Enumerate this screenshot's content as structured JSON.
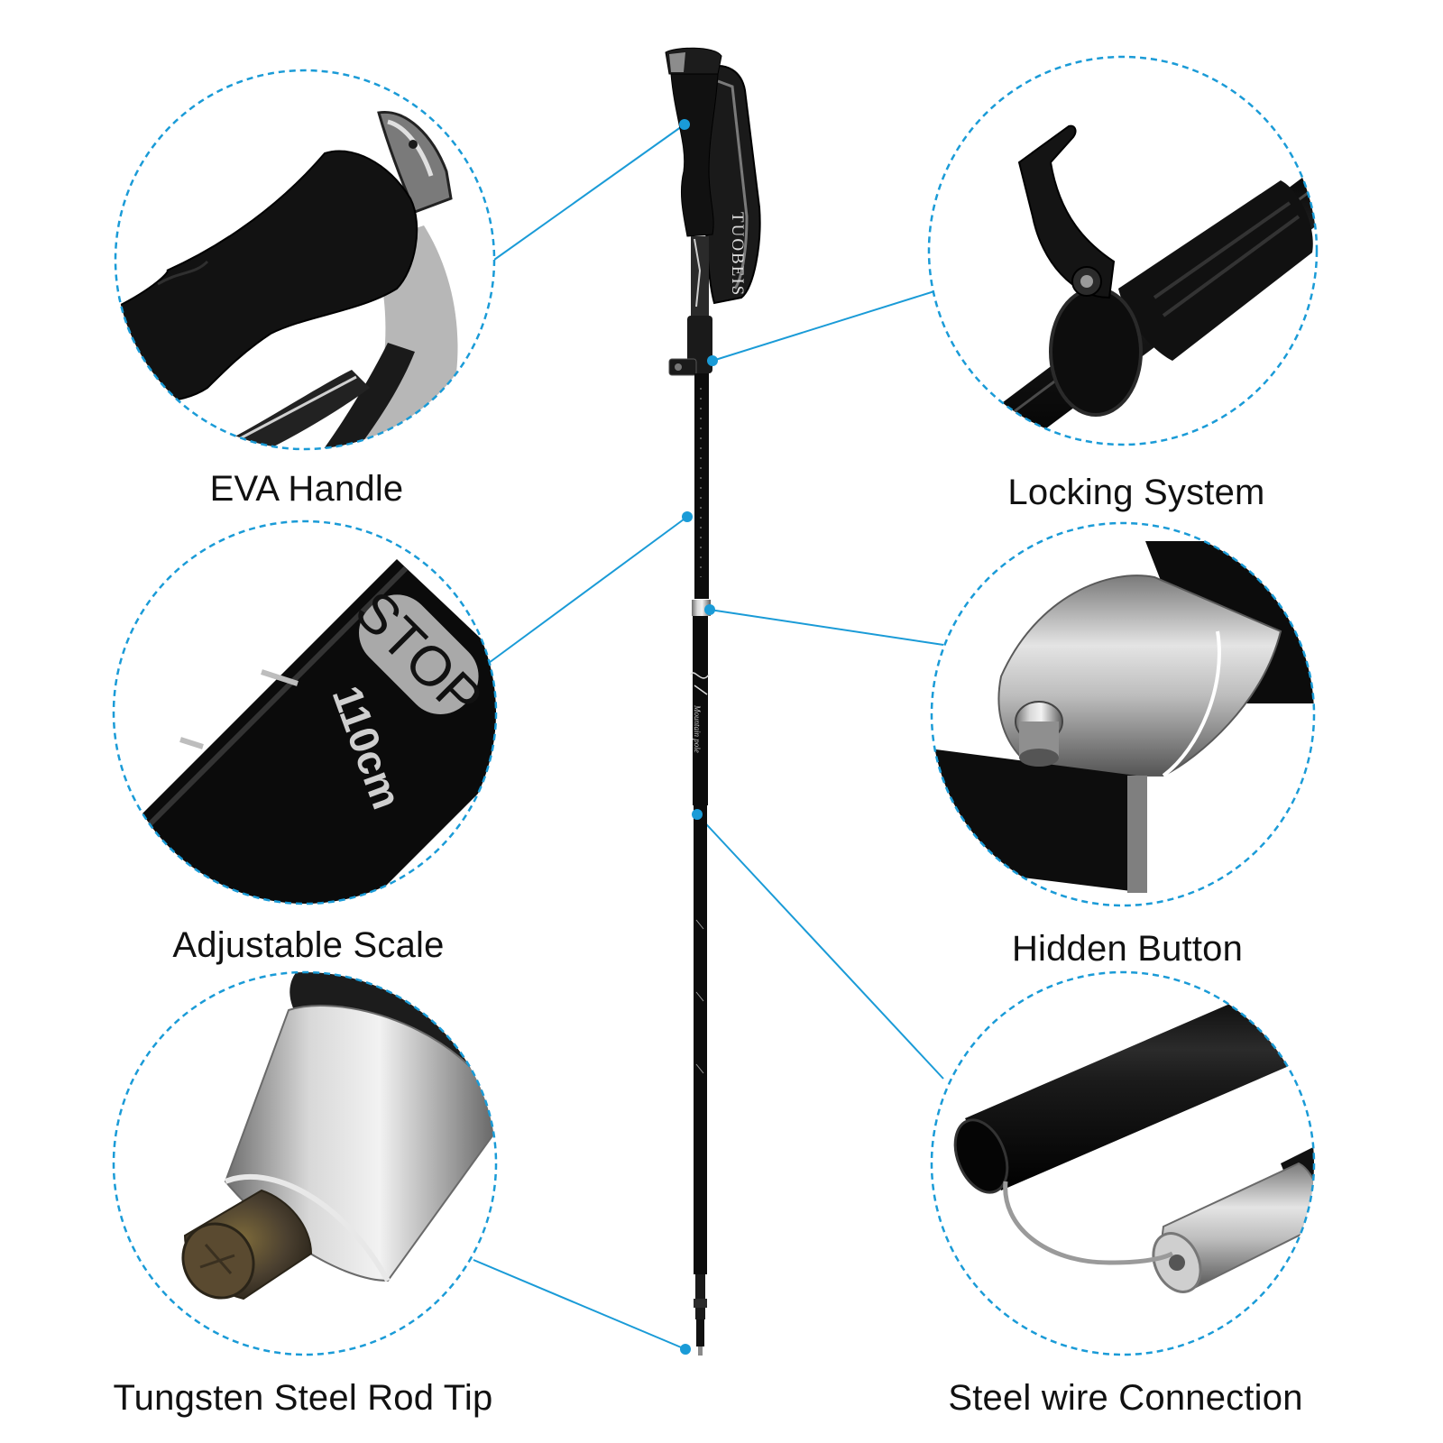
{
  "features": [
    {
      "id": "eva-handle",
      "label": "EVA Handle"
    },
    {
      "id": "locking-system",
      "label": "Locking System"
    },
    {
      "id": "adjustable-scale",
      "label": "Adjustable Scale"
    },
    {
      "id": "hidden-button",
      "label": "Hidden Button"
    },
    {
      "id": "tungsten-tip",
      "label": "Tungsten Steel Rod Tip"
    },
    {
      "id": "steel-wire",
      "label": "Steel wire Connection"
    }
  ],
  "pole": {
    "strap_brand": "TUOBEIS",
    "shaft_logo_caption": "Mountain pole"
  },
  "scale_detail": {
    "stop_text": "STOP",
    "mark_text": "110cm"
  },
  "colors": {
    "accent": "#1a9bd7",
    "pole_black": "#0c0c0c",
    "metal": "#a9a9a9"
  }
}
